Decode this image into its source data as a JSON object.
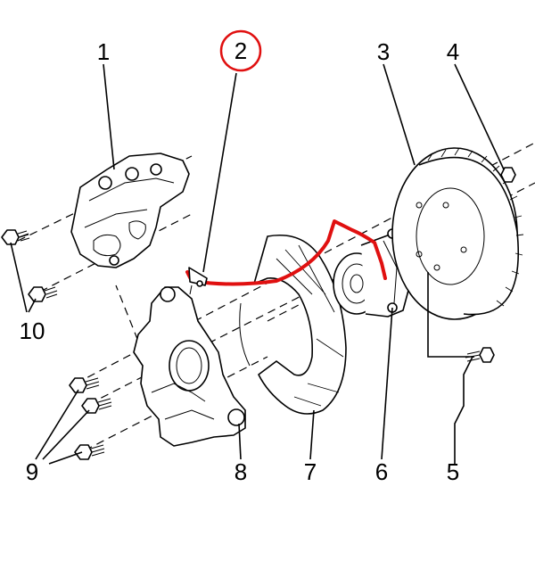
{
  "callouts": [
    {
      "id": "1",
      "label": "1"
    },
    {
      "id": "2",
      "label": "2",
      "highlighted": true
    },
    {
      "id": "3",
      "label": "3"
    },
    {
      "id": "4",
      "label": "4"
    },
    {
      "id": "5",
      "label": "5"
    },
    {
      "id": "6",
      "label": "6"
    },
    {
      "id": "7",
      "label": "7"
    },
    {
      "id": "8",
      "label": "8"
    },
    {
      "id": "9",
      "label": "9"
    },
    {
      "id": "10",
      "label": "10"
    }
  ],
  "colors": {
    "line": "#000000",
    "highlight": "#e01010",
    "background": "#ffffff"
  }
}
